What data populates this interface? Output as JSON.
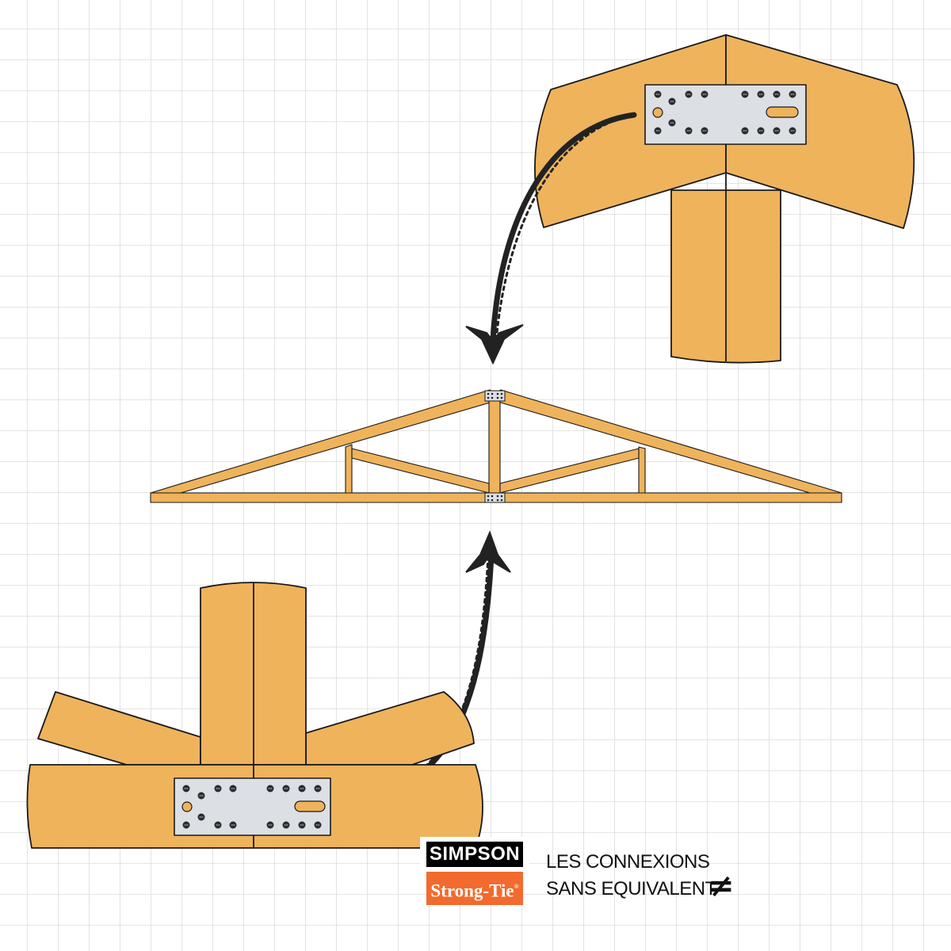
{
  "brand": {
    "line1": "SIMPSON",
    "line2": "Strong-Tie",
    "mark": "®",
    "colors": {
      "orange": "#f26a2d",
      "black": "#000000"
    }
  },
  "tagline": {
    "line1": "LES CONNEXIONS",
    "line2": "SANS EQUIVALENT",
    "symbol": "≠"
  },
  "colors": {
    "wood": "#efb35c",
    "plate": "#dcdfe3",
    "grid": "#d6d6d6",
    "outline": "#1a1a1a"
  },
  "icons": [
    "arrow-down-icon",
    "arrow-up-icon",
    "bolt-icon",
    "not-equal-icon"
  ]
}
